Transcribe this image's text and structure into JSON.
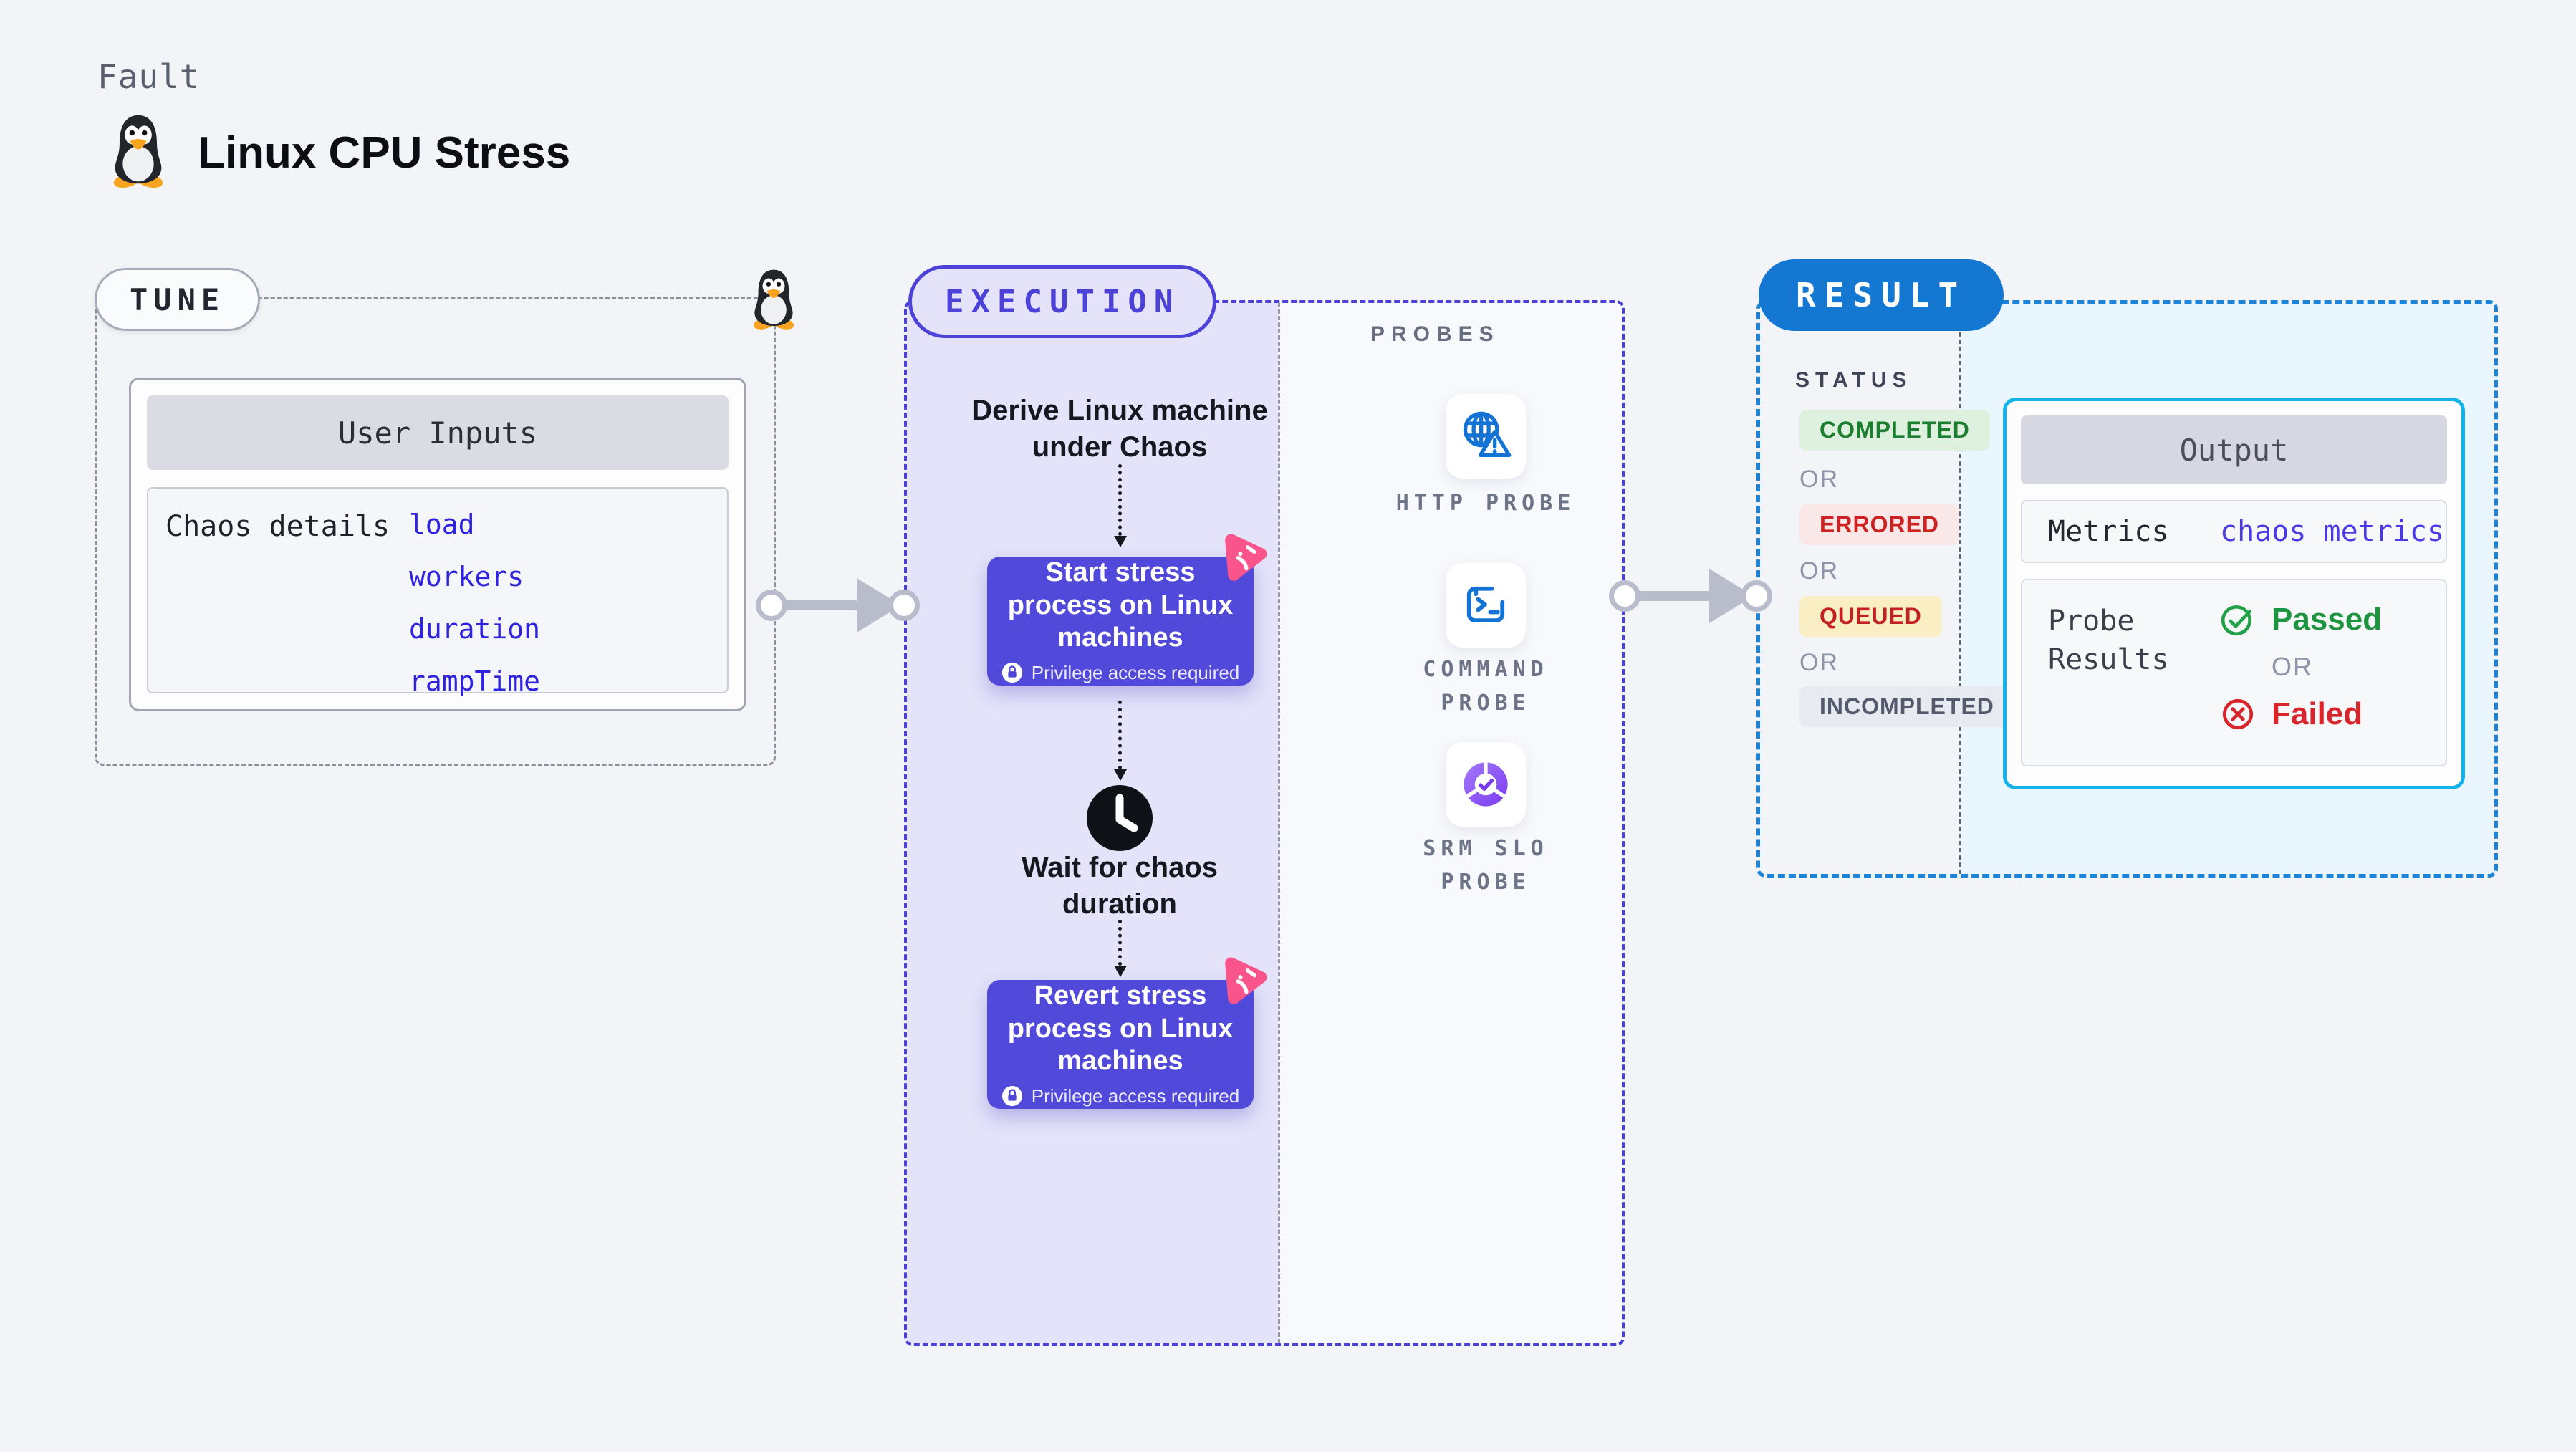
{
  "header": {
    "eyebrow": "Fault",
    "title": "Linux CPU Stress"
  },
  "tune": {
    "badge": "TUNE",
    "card_title": "User Inputs",
    "row_label": "Chaos details",
    "links": [
      "load",
      "workers",
      "duration",
      "rampTime"
    ]
  },
  "execution": {
    "badge": "EXECUTION",
    "derive_text": "Derive Linux machine under Chaos",
    "start_button": {
      "label": "Start stress process on Linux machines",
      "note": "Privilege access required"
    },
    "wait_text": "Wait for chaos duration",
    "revert_button": {
      "label": "Revert stress process on Linux machines",
      "note": "Privilege access required"
    }
  },
  "probes": {
    "title": "PROBES",
    "items": [
      {
        "label": "HTTP PROBE",
        "icon": "globe-alert-icon"
      },
      {
        "label": "COMMAND PROBE",
        "icon": "terminal-icon"
      },
      {
        "label": "SRM SLO PROBE",
        "icon": "slo-donut-icon"
      }
    ]
  },
  "result": {
    "badge": "RESULT",
    "status_title": "STATUS",
    "or_label": "OR",
    "statuses": [
      {
        "label": "COMPLETED",
        "fg": "#1b7f2f",
        "bg": "#def0de"
      },
      {
        "label": "ERRORED",
        "fg": "#cc2222",
        "bg": "#fae8e8"
      },
      {
        "label": "QUEUED",
        "fg": "#c32020",
        "bg": "#faeec5"
      },
      {
        "label": "INCOMPLETED",
        "fg": "#545a6c",
        "bg": "#e8eaf1"
      }
    ],
    "output": {
      "title": "Output",
      "metrics_label": "Metrics",
      "metrics_link": "chaos metrics",
      "probe_results_label": "Probe Results",
      "passed": "Passed",
      "or_label": "OR",
      "failed": "Failed"
    }
  },
  "colors": {
    "accent_indigo": "#4c42d8",
    "node_purple": "#5149d9",
    "result_blue": "#1478d3",
    "output_border_cyan": "#13b2e9",
    "link_blue": "#2f23dd",
    "metrics_link_blue": "#4b3be4",
    "passed_green": "#1f9440",
    "failed_red": "#d7252b",
    "arrow_gray": "#b9bcca",
    "pink_badge": "#f9548c"
  }
}
